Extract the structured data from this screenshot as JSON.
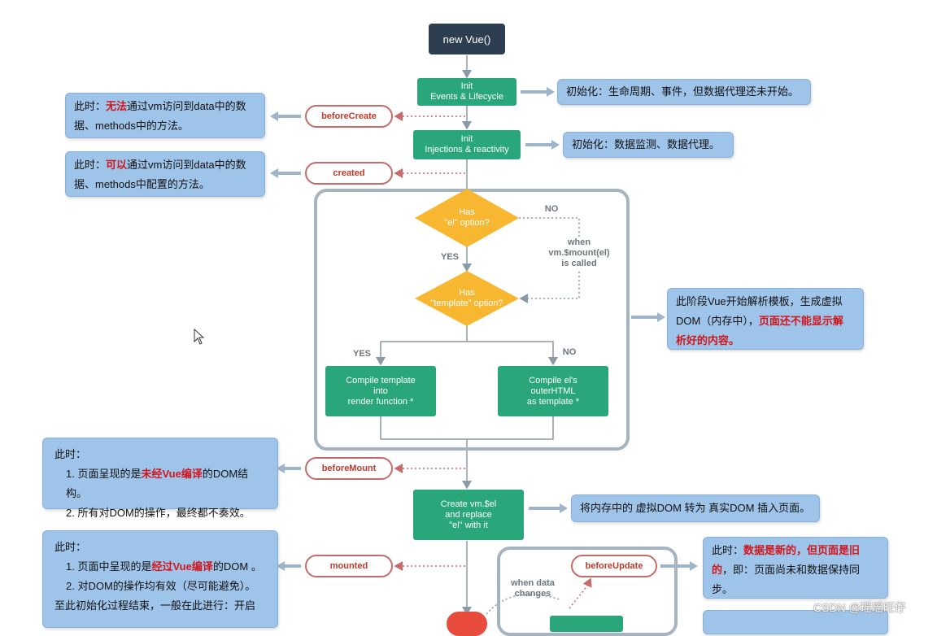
{
  "nodes": {
    "new_vue": "new Vue()",
    "init_events": [
      "Init",
      "Events & Lifecycle"
    ],
    "init_injections": [
      "Init",
      "Injections & reactivity"
    ],
    "has_el": [
      "Has",
      "\"el\" option?"
    ],
    "has_template": [
      "Has",
      "\"template\" option?"
    ],
    "compile_template": [
      "Compile template",
      "into",
      "render function *"
    ],
    "compile_el": [
      "Compile el's",
      "outerHTML",
      "as template *"
    ],
    "create_el": [
      "Create vm.$el",
      "and replace",
      "\"el\" with it"
    ]
  },
  "labels": {
    "no1": "NO",
    "yes1": "YES",
    "yes2": "YES",
    "no2": "NO",
    "when_mount": [
      "when",
      "vm.$mount(el)",
      "is called"
    ],
    "when_data_changes": [
      "when data",
      "changes"
    ]
  },
  "hooks": {
    "before_create": "beforeCreate",
    "created": "created",
    "before_mount": "beforeMount",
    "mounted": "mounted",
    "before_update": "beforeUpdate"
  },
  "notes": {
    "init_events": "初始化：生命周期、事件，但数据代理还未开始。",
    "init_injections": "初始化：数据监测、数据代理。",
    "before_create": {
      "a": "此时：",
      "b": "无法",
      "c": "通过vm访问到data中的数",
      "d": "据、methods中的方法。"
    },
    "created": {
      "a": "此时：",
      "b": "可以",
      "c": "通过vm访问到data中的数",
      "d": "据、methods中配置的方法。"
    },
    "template_phase": {
      "a": "此阶段Vue开始解析模板，生成虚拟",
      "b": "DOM（内存中），",
      "c": "页面还不能显示解",
      "d": "析好的内容。"
    },
    "before_mount": {
      "a": "此时：",
      "b": "1. 页面呈现的是",
      "c": "未经Vue编译",
      "d": "的DOM结构。",
      "e": "2. 所有对DOM的操作，最终都不奏效。"
    },
    "create_el": "将内存中的 虚拟DOM 转为 真实DOM 插入页面。",
    "mounted": {
      "a": "此时：",
      "b": "1. 页面中呈现的是",
      "c": "经过Vue编译",
      "d": "的DOM 。",
      "e": "2. 对DOM的操作均有效（尽可能避免）。",
      "f": "至此初始化过程结束，一般在此进行：开启"
    },
    "before_update": {
      "a": "此时：",
      "b": "数据是新的，但页面是旧",
      "c": "的",
      "d": "，即：页面尚未和数据保持同",
      "e": "步。"
    }
  },
  "watermark": "CSDN @瑶瑶旺仔",
  "colors": {
    "green": "#2aa77a",
    "dark": "#2c3e50",
    "yellow": "#f7b731",
    "hook_border": "#c86a6a",
    "note_bg": "#9fc4ea",
    "emphasis": "#d0161b"
  }
}
